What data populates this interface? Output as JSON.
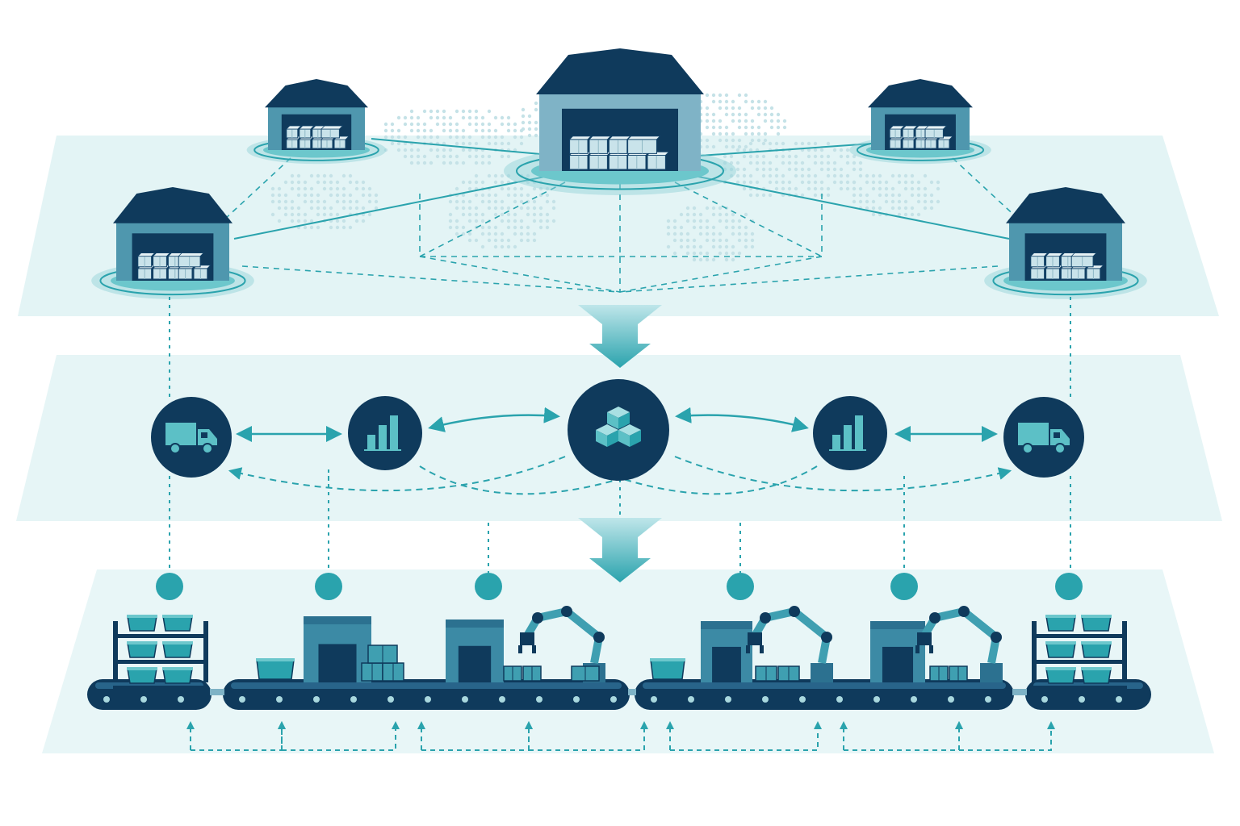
{
  "colors": {
    "navy": "#14456b",
    "navy_dark": "#0f3a5c",
    "teal": "#2aa3ad",
    "teal_light": "#5cc0c6",
    "wall": "#4f97ae",
    "box": "#c9e3ea",
    "layer_fill": "#e3f4f5",
    "line": "#2aa3ad"
  },
  "tiers": [
    {
      "id": "warehouse-network",
      "icon": "warehouse-icon",
      "count": 5
    },
    {
      "id": "coordination-hubs",
      "icons": [
        "truck-icon",
        "bar-chart-icon",
        "inventory-cubes-icon",
        "bar-chart-icon",
        "truck-icon"
      ]
    },
    {
      "id": "production-line",
      "stations": [
        "storage-shelf",
        "box-station",
        "robot-arm-station",
        "robot-arm-station",
        "robot-arm-station",
        "storage-shelf"
      ],
      "sensor_nodes": 6
    }
  ]
}
